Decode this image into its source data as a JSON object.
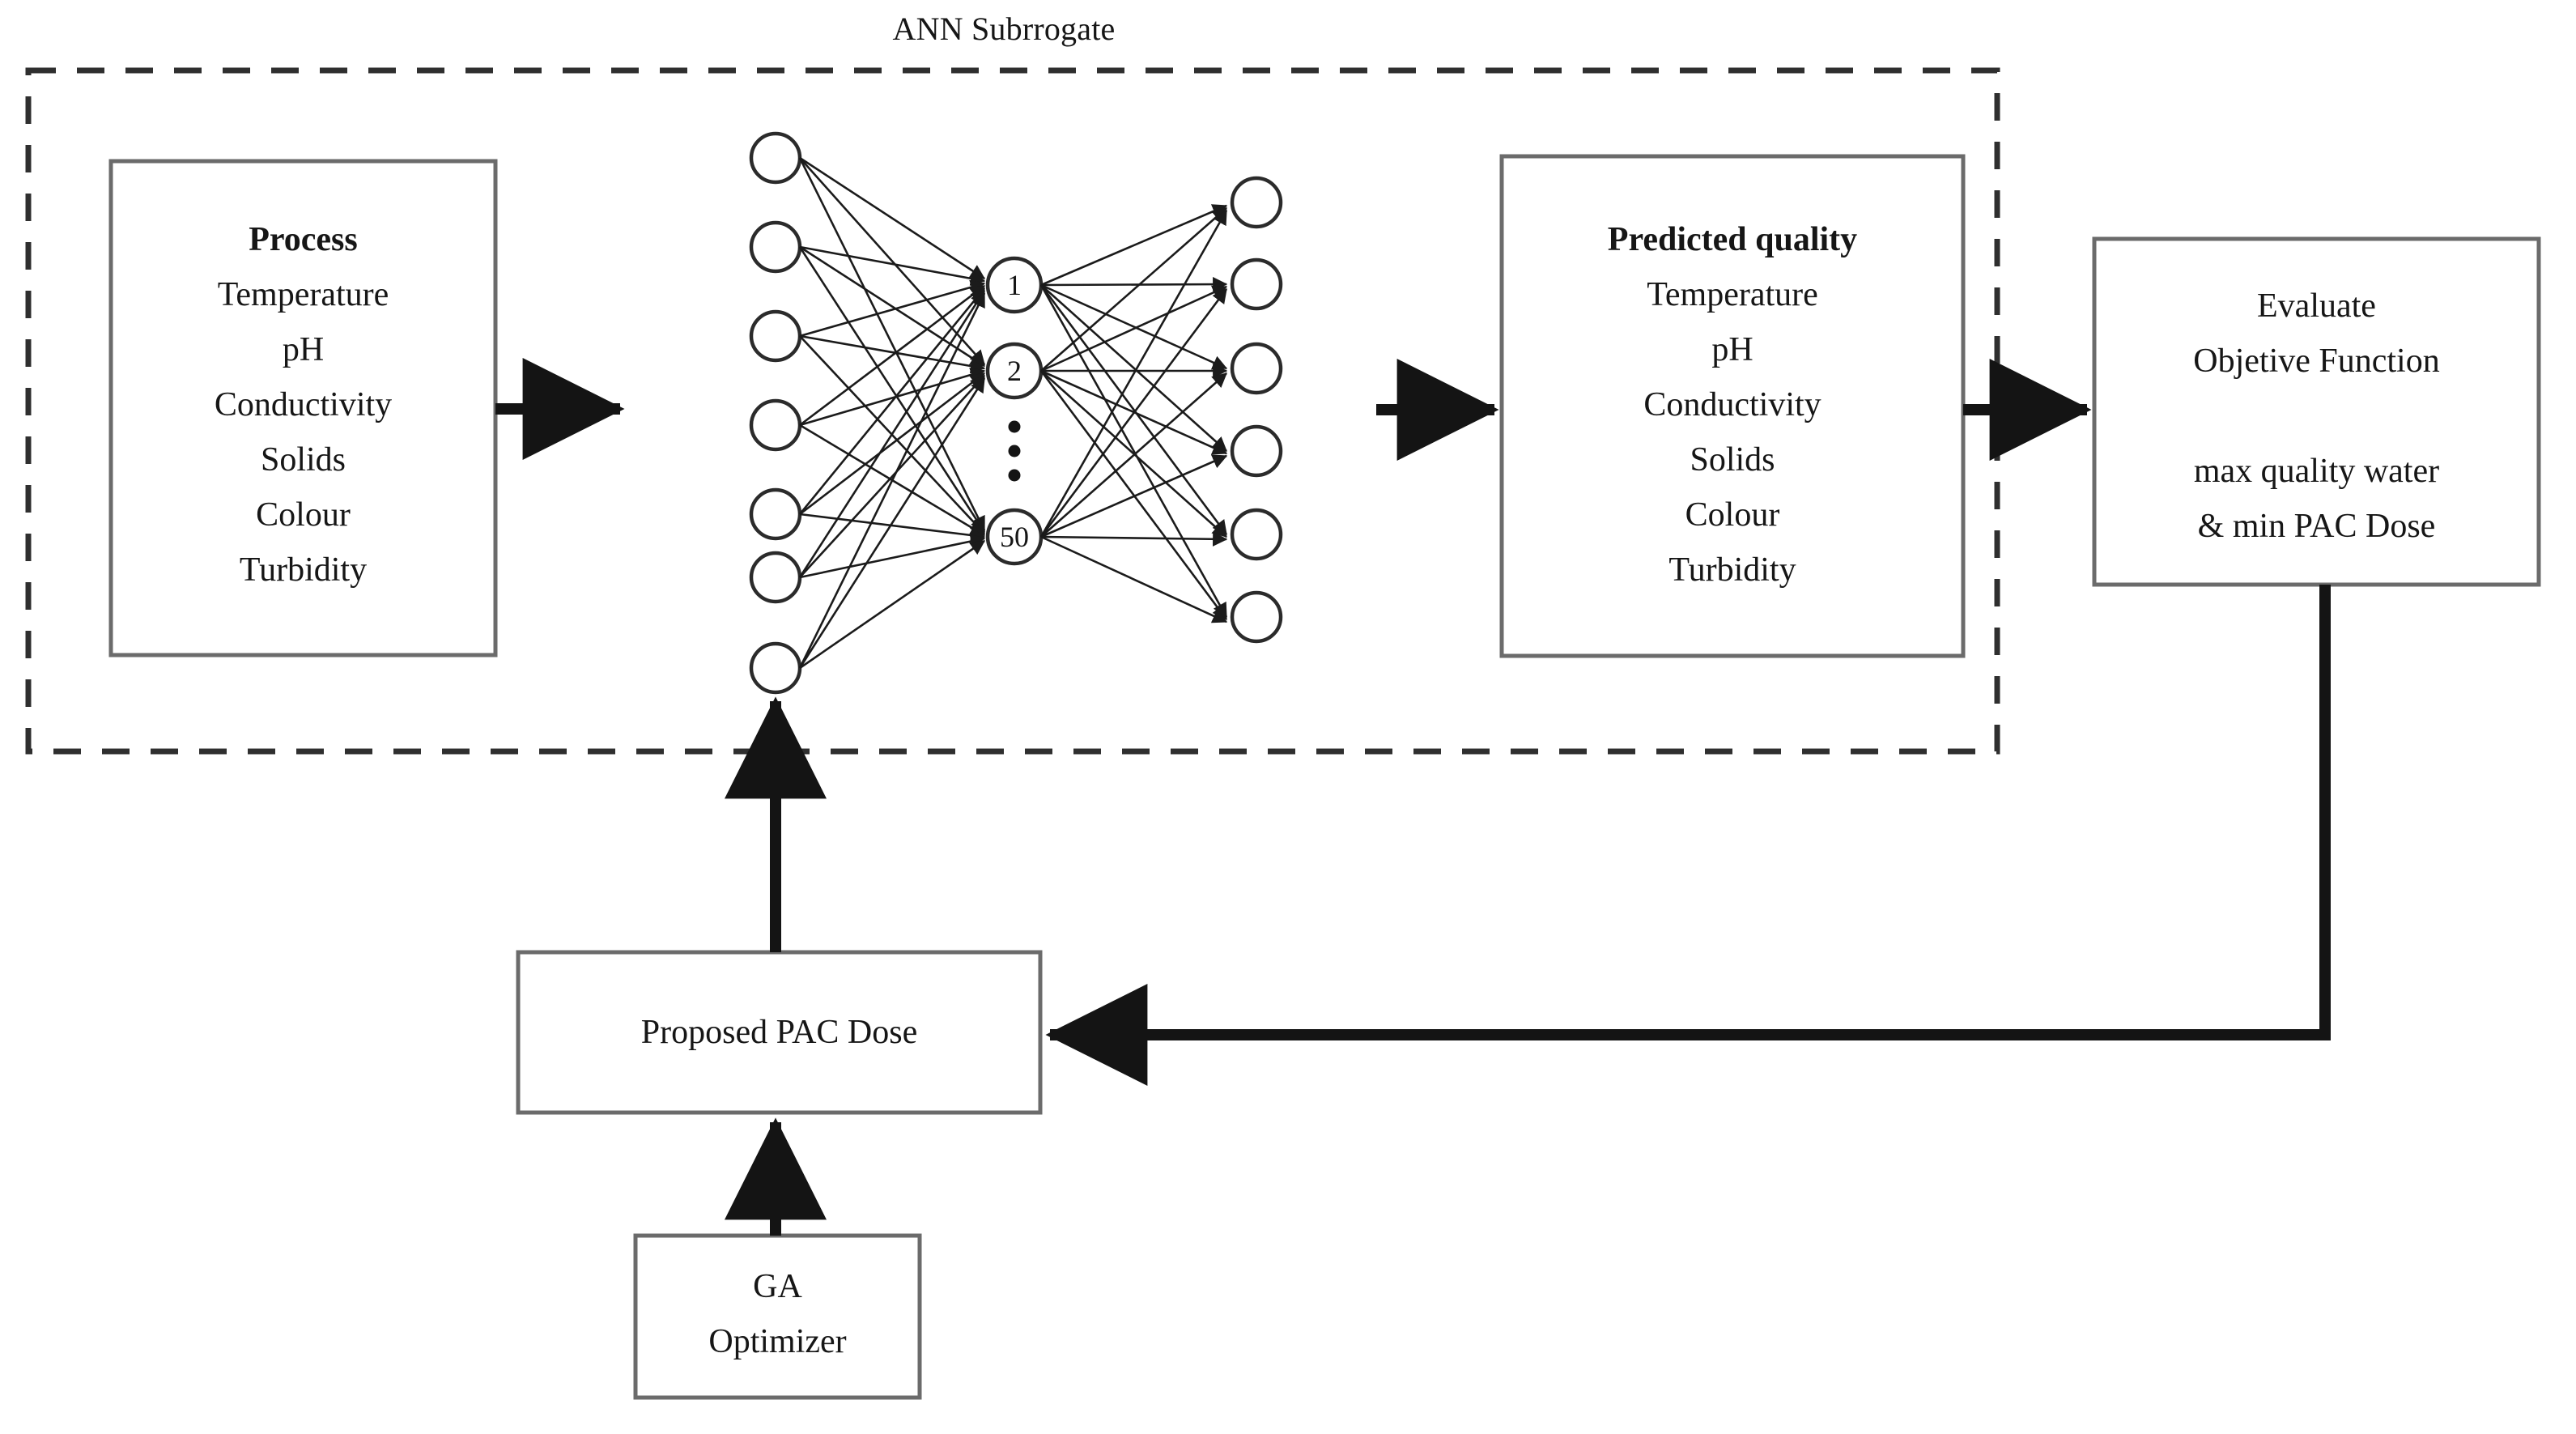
{
  "diagram": {
    "title": "ANN Subrrogate",
    "surrogate_region_style": "dashed"
  },
  "process_box": {
    "header": "Process",
    "items": [
      "Temperature",
      "pH",
      "Conductivity",
      "Solids",
      "Colour",
      "Turbidity"
    ]
  },
  "predicted_box": {
    "header": "Predicted quality",
    "items": [
      "Temperature",
      "pH",
      "Conductivity",
      "Solids",
      "Colour",
      "Turbidity"
    ]
  },
  "evaluate_box": {
    "line1": "Evaluate",
    "line2": "Objetive Function",
    "line3": "max quality water",
    "line4": "& min PAC Dose"
  },
  "pac_box": {
    "label": "Proposed PAC Dose"
  },
  "ga_box": {
    "line1": "GA",
    "line2": "Optimizer"
  },
  "network": {
    "input_layer": {
      "node_count": 7,
      "labels": [
        "",
        "",
        "",
        "",
        "",
        "",
        ""
      ]
    },
    "hidden_layer": {
      "node_count": 3,
      "labels": [
        "1",
        "2",
        "50"
      ],
      "ellipsis": "⋮"
    },
    "output_layer": {
      "node_count": 6,
      "labels": [
        "",
        "",
        "",
        "",
        "",
        ""
      ]
    }
  },
  "colors": {
    "stroke": "#3b3b3b",
    "box_border": "#6b6b6b",
    "arrow": "#141414",
    "text": "#161616",
    "background": "#ffffff"
  }
}
